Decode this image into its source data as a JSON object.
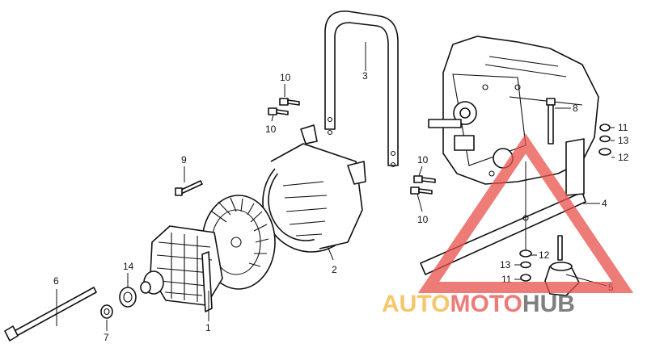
{
  "diagram": {
    "callouts": [
      {
        "id": "c1",
        "label": "1"
      },
      {
        "id": "c2",
        "label": "2"
      },
      {
        "id": "c3",
        "label": "3"
      },
      {
        "id": "c4",
        "label": "4"
      },
      {
        "id": "c5",
        "label": "5"
      },
      {
        "id": "c6",
        "label": "6"
      },
      {
        "id": "c7",
        "label": "7"
      },
      {
        "id": "c8",
        "label": "8"
      },
      {
        "id": "c9",
        "label": "9"
      },
      {
        "id": "c10a",
        "label": "10"
      },
      {
        "id": "c10b",
        "label": "10"
      },
      {
        "id": "c10c",
        "label": "10"
      },
      {
        "id": "c10d",
        "label": "10"
      },
      {
        "id": "c11a",
        "label": "11"
      },
      {
        "id": "c11b",
        "label": "11"
      },
      {
        "id": "c12a",
        "label": "12"
      },
      {
        "id": "c12b",
        "label": "12"
      },
      {
        "id": "c13a",
        "label": "13"
      },
      {
        "id": "c13b",
        "label": "13"
      },
      {
        "id": "c14",
        "label": "14"
      }
    ]
  },
  "watermark": {
    "segments": [
      {
        "text": "AUTO",
        "color": "#f4b43c"
      },
      {
        "text": "MOTO",
        "color": "#e8504a"
      },
      {
        "text": "HUB",
        "color": "#555555"
      }
    ],
    "triangle_color": "#e8504a"
  }
}
